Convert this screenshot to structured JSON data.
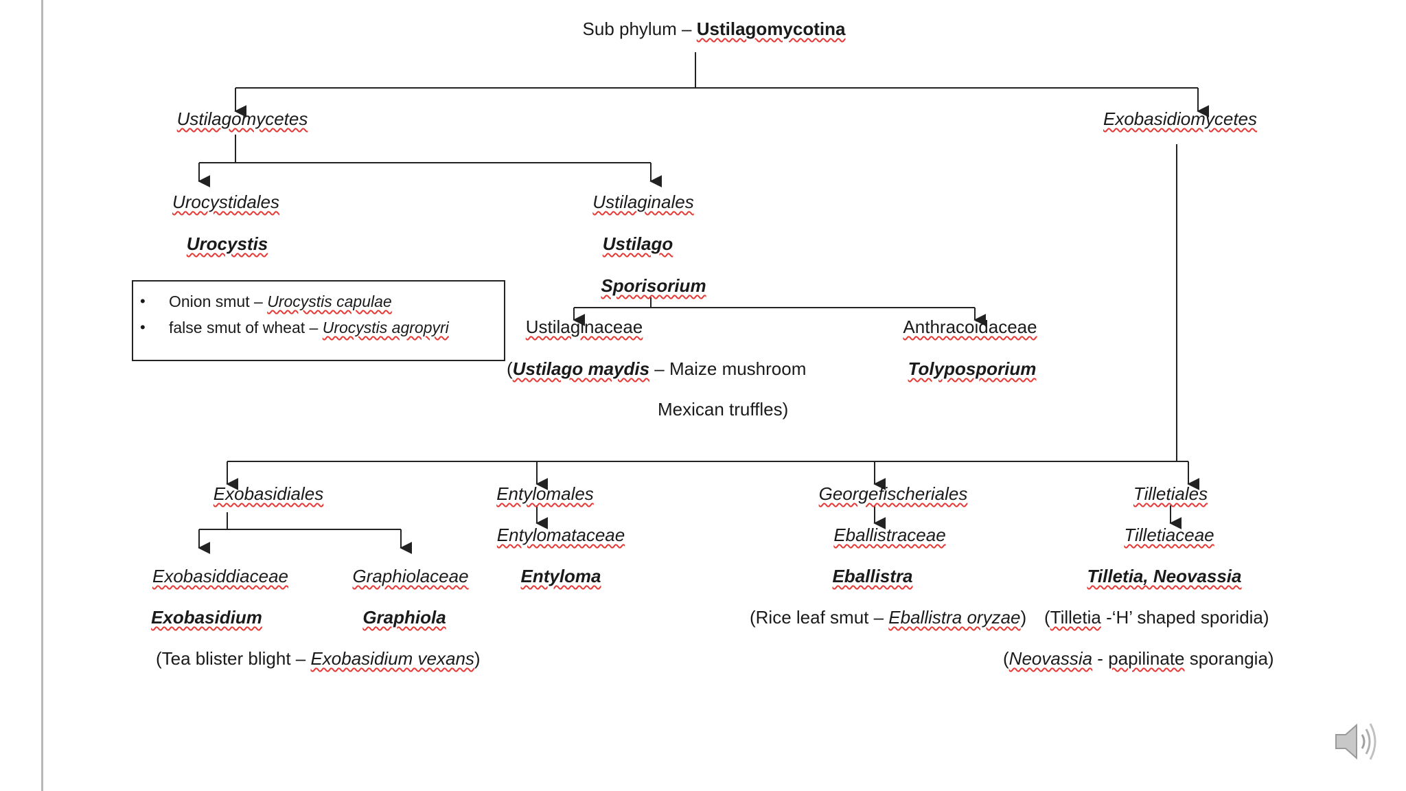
{
  "root": {
    "prefix": "Sub phylum – ",
    "name": "Ustilagomycotina"
  },
  "classes": {
    "ustilagomycetes": "Ustilagomycetes",
    "exobasidiomycetes": "Exobasidiomycetes"
  },
  "urocystidales": {
    "order": "Urocystidales",
    "genus": "Urocystis"
  },
  "ustilaginales": {
    "order": "Ustilaginales",
    "genus1": "Ustilago",
    "genus2": "Sporisorium"
  },
  "note_box": {
    "items": [
      {
        "label": "Onion smut – ",
        "species": "Urocystis capulae"
      },
      {
        "label": "false smut of wheat – ",
        "species": "Urocystis agropyri"
      }
    ]
  },
  "ustilaginaceae": {
    "family": "Ustilaginaceae",
    "example_open": "(",
    "example_species": "Ustilago maydis",
    "example_rest": " – Maize mushroom",
    "example_line2": "Mexican truffles)"
  },
  "anthracoidaceae": {
    "family": "Anthracoidaceae",
    "genus": "Tolyposporium"
  },
  "exobasidiales": {
    "order": "Exobasidiales",
    "family1": "Exobasiddiaceae",
    "genus1": "Exobasidium",
    "family2": "Graphiolaceae",
    "genus2": "Graphiola",
    "example_prefix": "(Tea blister blight – ",
    "example_species": "Exobasidium vexans",
    "example_suffix": ")"
  },
  "entylomales": {
    "order": "Entylomales",
    "family": "Entylomataceae",
    "genus": "Entyloma"
  },
  "georgefischeriales": {
    "order": "Georgefischeriales",
    "family": "Eballistraceae",
    "genus": "Eballistra",
    "example_prefix": "(Rice leaf smut – ",
    "example_species": "Eballistra oryzae",
    "example_suffix": ")"
  },
  "tilletiales": {
    "order": "Tilletiales",
    "family": "Tilletiaceae",
    "genus": "Tilletia, Neovassia",
    "note1_open": "(",
    "note1_name": "Tilletia",
    "note1_rest": " -‘H’ shaped sporidia)",
    "note2_open": "(",
    "note2_name": "Neovassia",
    "note2_mid": " - ",
    "note2_word": "papilinate",
    "note2_rest": " sporangia)"
  },
  "icons": {
    "speaker": "speaker-volume-icon"
  },
  "colors": {
    "spellcheck": "#e53935",
    "line": "#222222"
  }
}
